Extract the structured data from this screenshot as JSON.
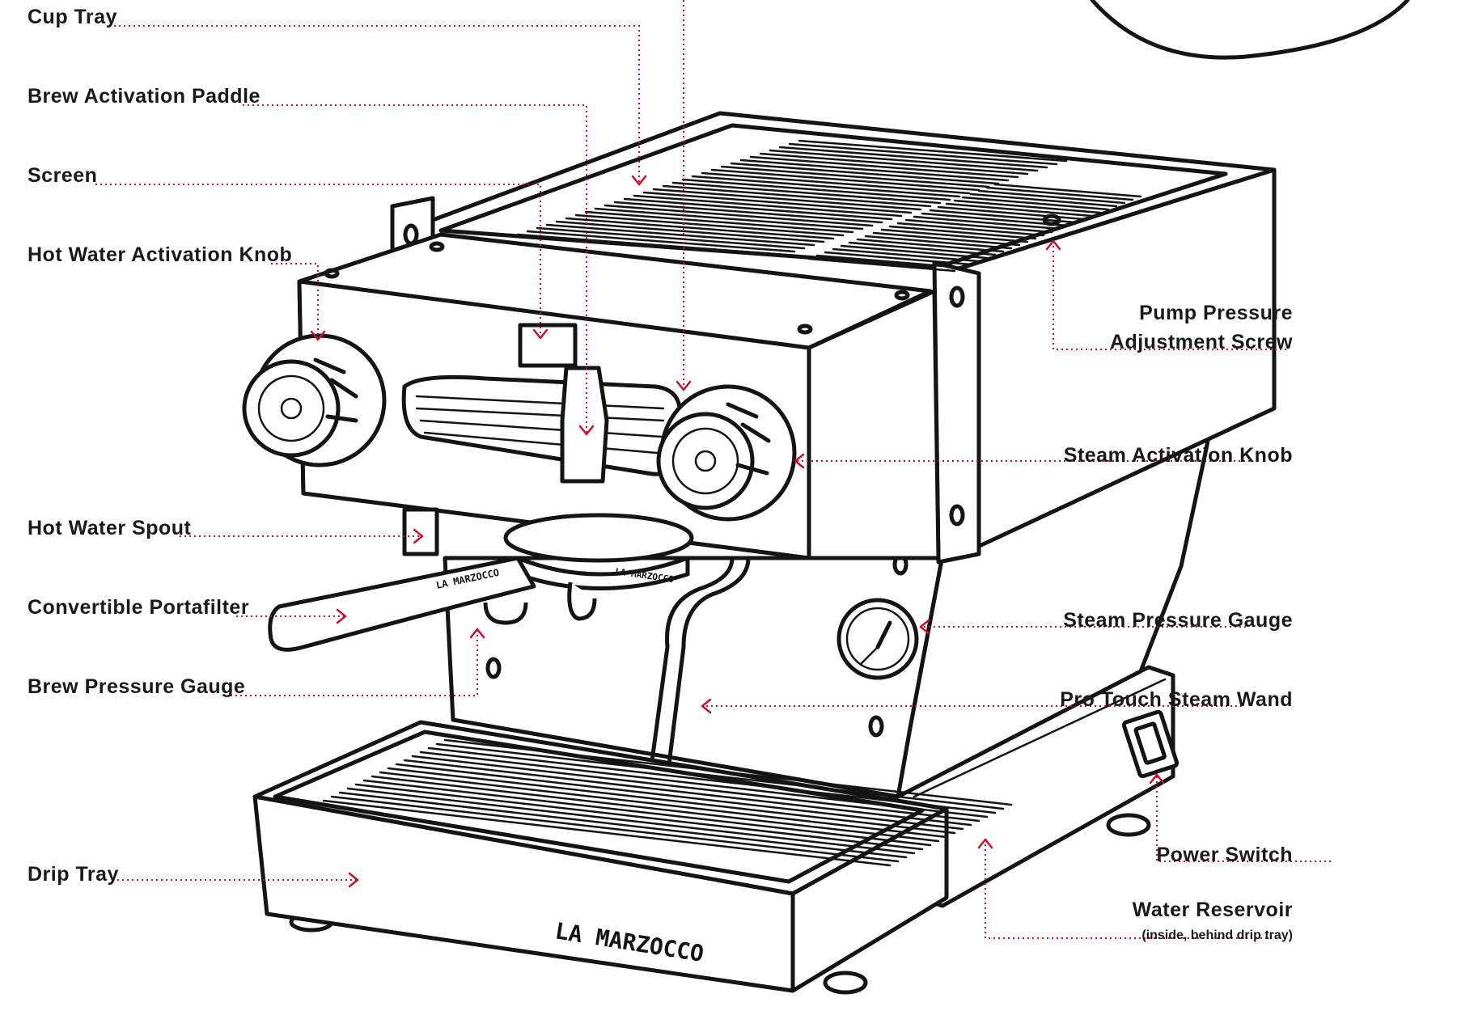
{
  "colors": {
    "leader": "#c8102e",
    "ink": "#141414",
    "background": "#ffffff"
  },
  "brand": {
    "logo_text": "LA MARZOCCO"
  },
  "labels": {
    "cup_tray": "Cup Tray",
    "brew_activation_paddle": "Brew Activation Paddle",
    "screen": "Screen",
    "hot_water_activation_knob": "Hot Water Activation Knob",
    "hot_water_spout": "Hot Water Spout",
    "convertible_portafilter": "Convertible Portafilter",
    "brew_pressure_gauge": "Brew Pressure Gauge",
    "drip_tray": "Drip Tray",
    "pump_pressure_line1": "Pump Pressure",
    "pump_pressure_line2": "Adjustment Screw",
    "steam_activation_knob": "Steam Activation Knob",
    "steam_pressure_gauge": "Steam Pressure Gauge",
    "pro_touch_steam_wand": "Pro Touch Steam Wand",
    "power_switch": "Power Switch",
    "water_reservoir": "Water Reservoir",
    "water_reservoir_note": "(inside, behind drip tray)"
  }
}
